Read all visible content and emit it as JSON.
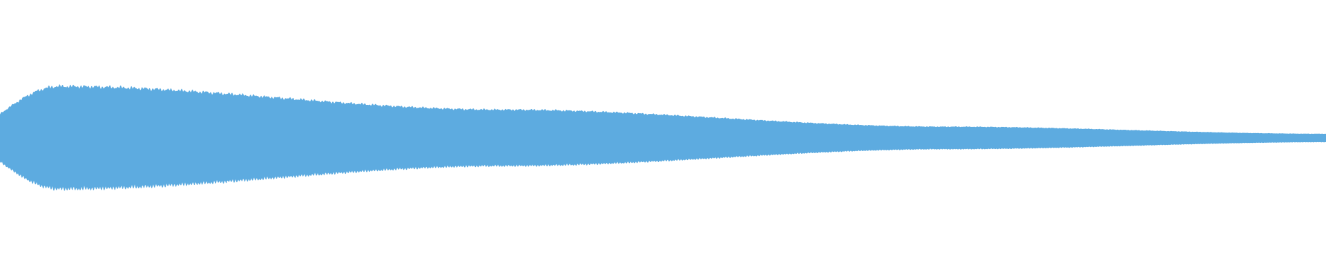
{
  "waveform": {
    "color": "#5dabe0",
    "background": "#ffffff",
    "envelope": {
      "attack_peak_amplitude": 0.73,
      "mid_amplitude": 0.4,
      "late_amplitude": 0.16,
      "end_amplitude": 0.06
    },
    "ripple_count": 250
  }
}
